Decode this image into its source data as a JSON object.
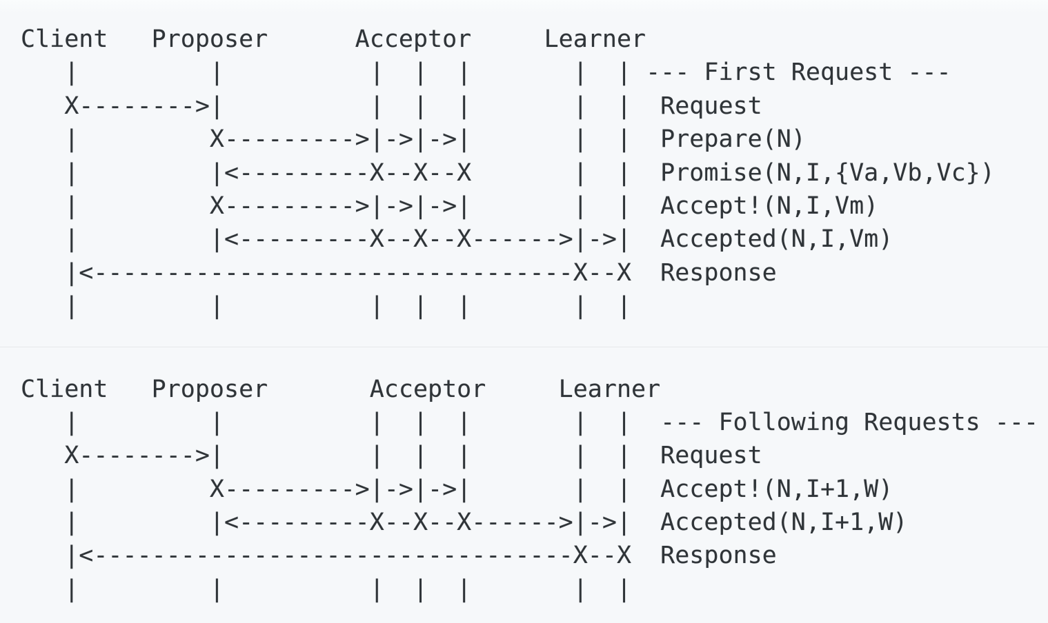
{
  "diagram": {
    "type": "ascii-sequence-diagram",
    "actors": [
      "Client",
      "Proposer",
      "Acceptor",
      "Learner"
    ],
    "acceptor_count": 3,
    "learner_count": 2,
    "colors": {
      "background": "#f6f8fa",
      "text": "#2f3438",
      "divider": "#e6e8ea"
    }
  },
  "first_request": {
    "title": "--- First Request ---",
    "messages": [
      "Request",
      "Prepare(N)",
      "Promise(N,I,{Va,Vb,Vc})",
      "Accept!(N,I,Vm)",
      "Accepted(N,I,Vm)",
      "Response"
    ],
    "lines": [
      "Client   Proposer      Acceptor     Learner",
      "   |         |          |  |  |       |  | --- First Request ---",
      "   X-------->|          |  |  |       |  |  Request",
      "   |         X--------->|->|->|       |  |  Prepare(N)",
      "   |         |<---------X--X--X       |  |  Promise(N,I,{Va,Vb,Vc})",
      "   |         X--------->|->|->|       |  |  Accept!(N,I,Vm)",
      "   |         |<---------X--X--X------>|->|  Accepted(N,I,Vm)",
      "   |<---------------------------------X--X  Response",
      "   |         |          |  |  |       |  |"
    ]
  },
  "following_requests": {
    "title": "--- Following Requests ---",
    "messages": [
      "Request",
      "Accept!(N,I+1,W)",
      "Accepted(N,I+1,W)",
      "Response"
    ],
    "lines": [
      "Client   Proposer       Acceptor     Learner",
      "   |         |          |  |  |       |  |  --- Following Requests ---",
      "   X-------->|          |  |  |       |  |  Request",
      "   |         X--------->|->|->|       |  |  Accept!(N,I+1,W)",
      "   |         |<---------X--X--X------>|->|  Accepted(N,I+1,W)",
      "   |<---------------------------------X--X  Response",
      "   |         |          |  |  |       |  |"
    ]
  }
}
